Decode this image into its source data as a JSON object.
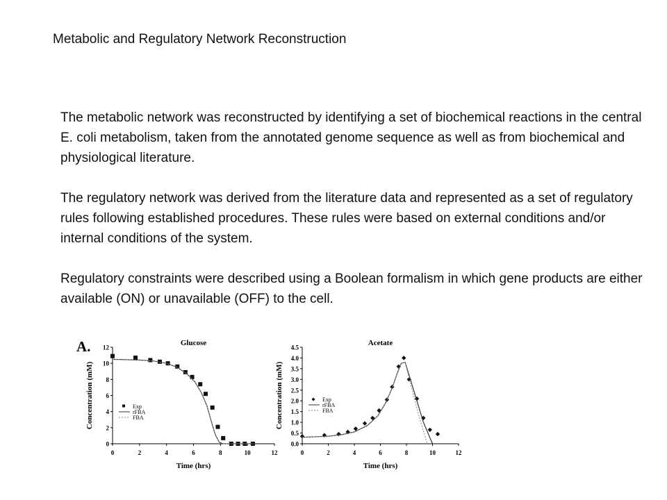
{
  "slide": {
    "title": "Metabolic and Regulatory Network Reconstruction",
    "paragraphs": [
      "The metabolic network was reconstructed by identifying a set of biochemical reactions in the central E. coli metabolism, taken from the annotated genome sequence as well as from biochemical and physiological literature.",
      "The regulatory network was derived from the literature data and represented as a set of regulatory rules following established procedures. These rules were based on external conditions and/or internal conditions of the system.",
      "Regulatory constraints were described using a Boolean formalism in which gene products are either available (ON) or unavailable (OFF) to the cell."
    ]
  },
  "figure": {
    "panel_label": "A."
  },
  "chart_data": [
    {
      "type": "scatter",
      "title": "Glucose",
      "xlabel": "Time (hrs)",
      "ylabel": "Concentration (mM)",
      "xlim": [
        0,
        12
      ],
      "ylim": [
        0,
        12
      ],
      "xticks": [
        "0",
        "2",
        "4",
        "6",
        "8",
        "10",
        "12"
      ],
      "yticks": [
        "0",
        "2",
        "4",
        "6",
        "8",
        "10",
        "12"
      ],
      "legend_position": "left",
      "marker": "square",
      "series": [
        {
          "name": "Exp",
          "kind": "points",
          "x": [
            0,
            1.7,
            2.8,
            3.5,
            4.1,
            4.8,
            5.4,
            5.9,
            6.5,
            6.9,
            7.4,
            7.8,
            8.2,
            8.8,
            9.3,
            9.8,
            10.4
          ],
          "y": [
            10.9,
            10.7,
            10.4,
            10.2,
            10.0,
            9.6,
            8.9,
            8.3,
            7.4,
            6.2,
            4.5,
            2.1,
            0.7,
            0,
            0,
            0,
            0
          ]
        },
        {
          "name": "rFBA",
          "kind": "line",
          "x": [
            0,
            2,
            3,
            4,
            4.8,
            5.5,
            6.1,
            6.6,
            7.0,
            7.3,
            7.6,
            7.9,
            8.2,
            10.5
          ],
          "y": [
            10.5,
            10.4,
            10.3,
            10.0,
            9.5,
            8.7,
            7.7,
            6.3,
            4.7,
            2.9,
            1.2,
            0.2,
            0,
            0
          ]
        },
        {
          "name": "FBA",
          "kind": "line-dashed",
          "x": [
            0,
            2,
            3,
            4,
            4.8,
            5.5,
            6.1,
            6.6,
            7.0,
            7.3,
            7.6,
            7.9,
            8.2,
            10.5
          ],
          "y": [
            10.5,
            10.4,
            10.3,
            10.0,
            9.5,
            8.7,
            7.7,
            6.3,
            4.7,
            2.9,
            1.2,
            0.2,
            0,
            0
          ]
        }
      ]
    },
    {
      "type": "scatter",
      "title": "Acetate",
      "xlabel": "Time (hrs)",
      "ylabel": "Concentration (mM)",
      "xlim": [
        0,
        12
      ],
      "ylim": [
        0,
        4.5
      ],
      "xticks": [
        "0",
        "2",
        "4",
        "6",
        "8",
        "10",
        "12"
      ],
      "yticks": [
        "0.0",
        "0.5",
        "1.0",
        "1.5",
        "2.0",
        "2.5",
        "3.0",
        "3.5",
        "4.0",
        "4.5"
      ],
      "legend_position": "left",
      "marker": "diamond",
      "series": [
        {
          "name": "Exp",
          "kind": "points",
          "x": [
            0,
            1.7,
            2.8,
            3.5,
            4.1,
            4.8,
            5.4,
            5.9,
            6.5,
            6.9,
            7.4,
            7.8,
            8.2,
            8.8,
            9.3,
            9.8,
            10.4
          ],
          "y": [
            0.35,
            0.4,
            0.45,
            0.55,
            0.7,
            0.95,
            1.2,
            1.55,
            2.05,
            2.65,
            3.6,
            4.0,
            3.0,
            2.1,
            1.2,
            0.65,
            0.45
          ]
        },
        {
          "name": "rFBA",
          "kind": "line",
          "x": [
            0,
            2,
            3,
            4,
            5,
            5.8,
            6.4,
            6.9,
            7.3,
            7.6,
            7.9,
            8.6,
            9.3,
            10.0
          ],
          "y": [
            0.3,
            0.35,
            0.42,
            0.55,
            0.85,
            1.3,
            1.9,
            2.6,
            3.3,
            3.75,
            3.8,
            2.4,
            1.0,
            0
          ]
        },
        {
          "name": "FBA",
          "kind": "line-dashed",
          "x": [
            0,
            2,
            3,
            4,
            5,
            5.8,
            6.4,
            6.9,
            7.3,
            7.6,
            7.9,
            8.4,
            9.0,
            9.6
          ],
          "y": [
            0.3,
            0.35,
            0.42,
            0.55,
            0.85,
            1.3,
            1.9,
            2.6,
            3.3,
            3.75,
            3.8,
            2.6,
            1.2,
            0
          ]
        }
      ]
    }
  ]
}
